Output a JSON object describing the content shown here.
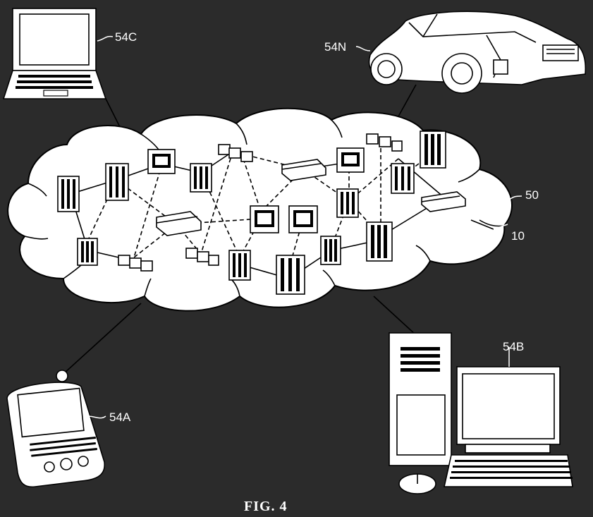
{
  "figure": {
    "caption": "FIG. 4",
    "labels": {
      "laptop": "54C",
      "car": "54N",
      "network": "50",
      "node": "10",
      "pda": "54A",
      "desktop": "54B"
    }
  },
  "colors": {
    "background": "#2b2b2b",
    "line": "#000000",
    "fill": "#ffffff",
    "label": "#ffffff"
  }
}
